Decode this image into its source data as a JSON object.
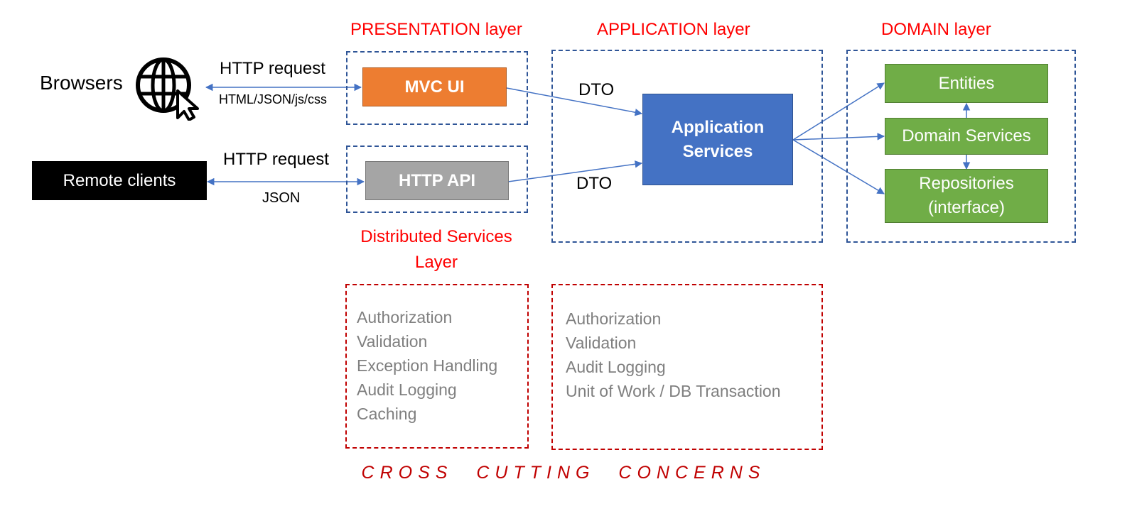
{
  "headings": {
    "presentation": "PRESENTATION layer",
    "application": "APPLICATION layer",
    "domain": "DOMAIN layer",
    "distributed_line1": "Distributed Services",
    "distributed_line2": "Layer"
  },
  "clients": {
    "browsers": "Browsers",
    "remote_clients": "Remote clients"
  },
  "connections": {
    "browser_request": "HTTP request",
    "browser_response": "HTML/JSON/js/css",
    "remote_request": "HTTP request",
    "remote_response": "JSON",
    "dto_top": "DTO",
    "dto_bottom": "DTO"
  },
  "components": {
    "mvc_ui": "MVC UI",
    "http_api": "HTTP API",
    "app_services_line1": "Application",
    "app_services_line2": "Services",
    "entities": "Entities",
    "domain_services": "Domain Services",
    "repositories_line1": "Repositories",
    "repositories_line2": "(interface)"
  },
  "cross_cutting": {
    "left_items": [
      "Authorization",
      "Validation",
      "Exception Handling",
      "Audit Logging",
      "Caching"
    ],
    "right_items": [
      "Authorization",
      "Validation",
      "Audit Logging",
      "Unit of Work / DB Transaction"
    ],
    "title": "CROSS CUTTING CONCERNS"
  },
  "colors": {
    "mvc_ui": "#ed7d31",
    "http_api": "#a5a5a5",
    "app_services": "#4472c4",
    "domain_boxes": "#70ad47",
    "remote_clients": "#000000",
    "heading_red": "#ff0000",
    "connector_blue": "#4472c4"
  }
}
